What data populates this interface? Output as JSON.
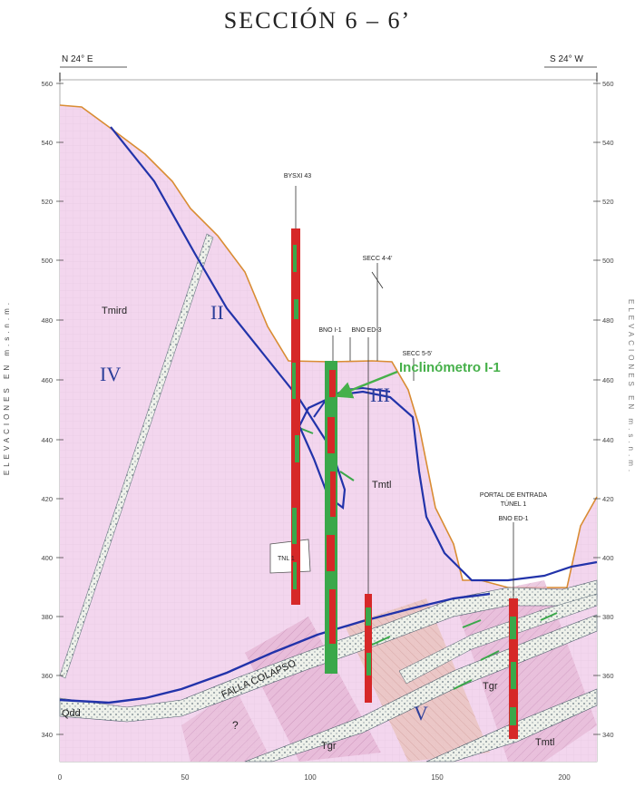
{
  "title": "SECCIÓN    6    –    6’",
  "orientation": {
    "left": "N 24° E",
    "right": "S 24° W"
  },
  "yaxis_label": "ELEVACIONES EN m.s.n.m.",
  "y_ticks": [
    "560",
    "540",
    "520",
    "500",
    "480",
    "460",
    "440",
    "420",
    "400",
    "380",
    "360",
    "340"
  ],
  "x_ticks": [
    "0",
    "50",
    "100",
    "150",
    "200"
  ],
  "units": {
    "roman": [
      "II",
      "III",
      "IV",
      "V"
    ],
    "formations": [
      "Tmird",
      "Tmtl",
      "Tgr",
      "Tgr",
      "Tmtl",
      "Qdd"
    ]
  },
  "fault_label": "FALLA COLAPSO",
  "question_mark": "?",
  "boreholes": [
    {
      "label": "BYSXI 43"
    },
    {
      "label": "BNO I-1"
    },
    {
      "label": "BNO ED-3"
    },
    {
      "label": "SECC 4-4'"
    },
    {
      "label": "SECC 5-5'"
    },
    {
      "label": "BNO ED-1"
    }
  ],
  "portal_label": {
    "line1": "PORTAL DE ENTRADA",
    "line2": "TÚNEL 1"
  },
  "tunnel_label": "TNL 1",
  "callout": "Inclinómetro I-1",
  "colors": {
    "fill": "#f3d6ee",
    "fill_dark": "#e7bfe2",
    "orange": "#d98c33",
    "blue": "#2233aa",
    "green": "#3aa84a",
    "red": "#d62828",
    "callout": "#46b04a",
    "dotted_band": "#eef1ea",
    "band_dots": "#6b7a85",
    "roman": "#2d3f9a"
  }
}
